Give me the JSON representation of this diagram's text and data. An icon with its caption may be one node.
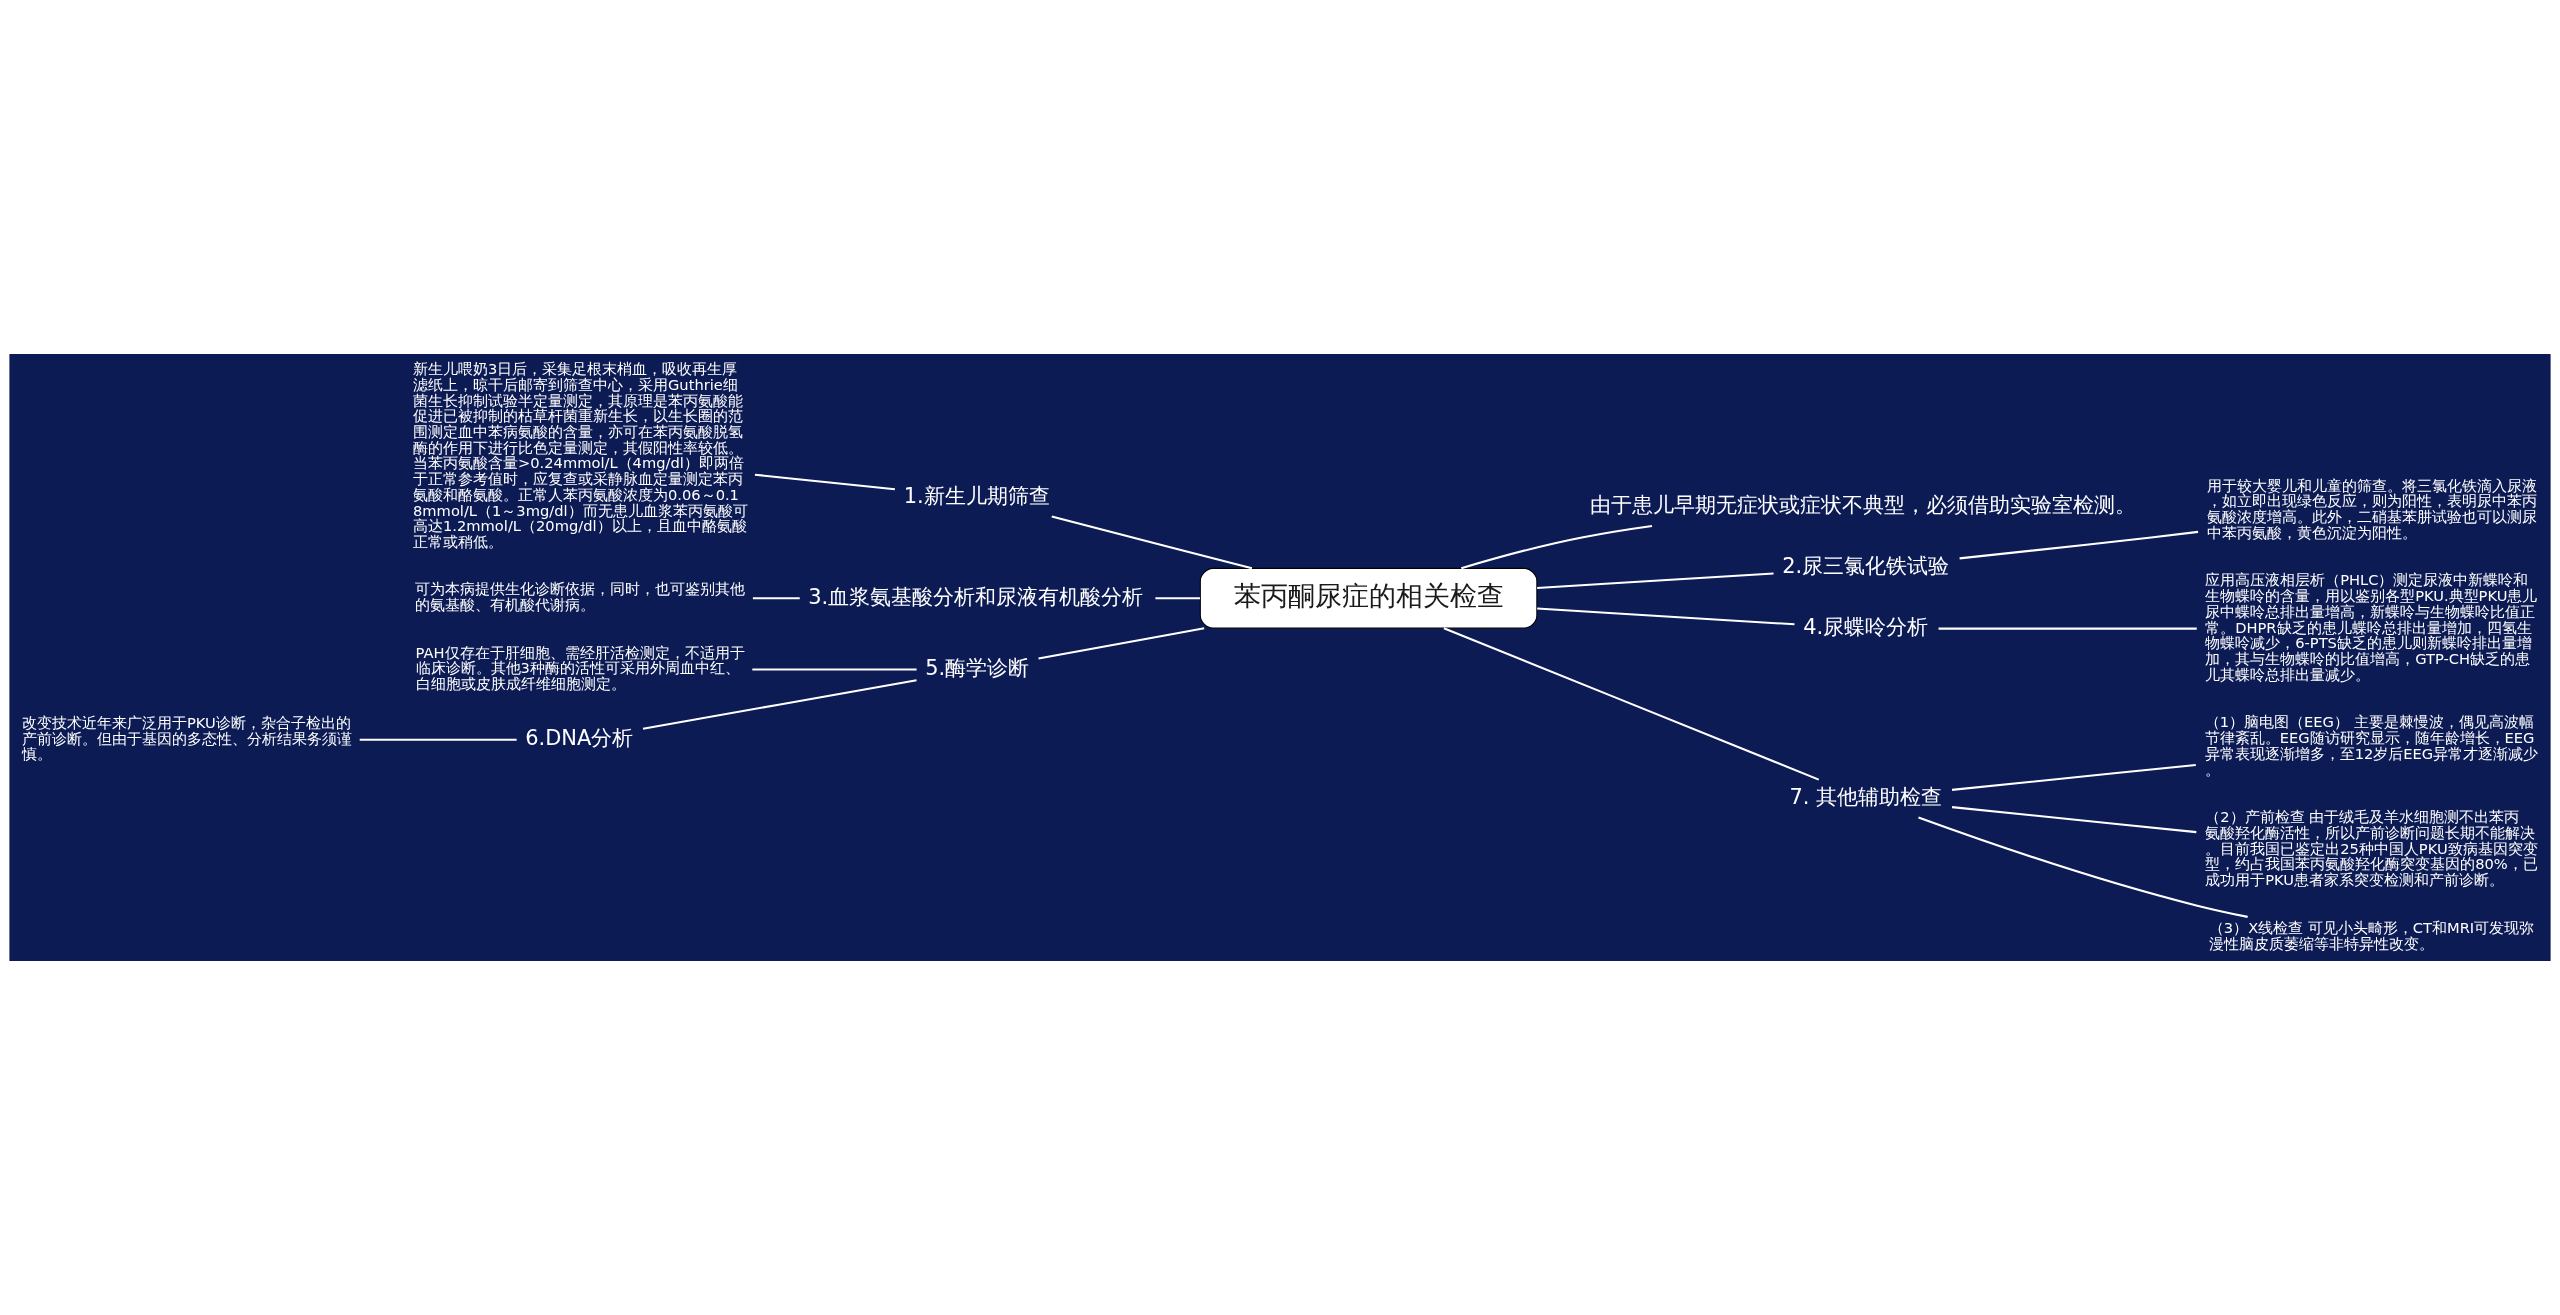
{
  "diagram": {
    "nodes": [
      {
        "text": [
          "苯丙酮尿症的相关检查"
        ]
      },
      {
        "text": [
          "由于患儿早期无症状或症状不典型，必须借助实验室检测。"
        ]
      },
      {
        "text": [
          "2.尿三氯化铁试验"
        ]
      },
      {
        "text": [
          "用于较大婴儿和儿童的筛查。将三氯化铁滴入尿液，如立即出现绿色反应，则为阳性，表明尿中苯丙氨酸浓度增高。此外，二硝基苯肼试验也可以测尿中苯丙氨酸，黄色沉淀为阳性。"
        ]
      },
      {
        "text": [
          "4.尿蝶呤分析"
        ]
      },
      {
        "text": [
          "应用高压液相层析（PHLC）测定尿液中新蝶呤和生物蝶呤的含量，用以鉴别各型PKU.典型PKU患儿尿中蝶呤总排出量增高，新蝶呤与生物蝶呤比值正常。DHPR缺乏的患儿蝶呤总排出量增加，四氢生物蝶呤减少，6-PTS缺乏的患儿则新蝶呤排出量增加，其与生物蝶呤的比值增高，GTP-CH缺乏的患儿其蝶呤总排出量减少。"
        ]
      },
      {
        "text": [
          "7. 其他辅助检查"
        ]
      },
      {
        "text": [
          "（1）脑电图（EEG） 主要是棘慢波，偶见高波幅节律紊乱。EEG随访研究显示，随年龄增长，EEG异常表现逐渐增多，至12岁后EEG异常才逐渐减少。"
        ]
      },
      {
        "text": [
          "（2）产前检查 由于绒毛及羊水细胞测不出苯丙氨酸羟化酶活性，所以产前诊断问题长期不能解决。目前我国已鉴定出25种中国人PKU致病基因突变型，约占我国苯丙氨酸羟化酶突变基因的80%，已成功用于PKU患者家系突变检测和产前诊断。"
        ]
      },
      {
        "text": [
          "（3）X线检查 可见小头畸形，CT和MRI可发现弥漫性脑皮质萎缩等非特异性改变。"
        ]
      },
      {
        "text": [
          "1.新生儿期筛查"
        ]
      },
      {
        "text": [
          "新生儿喂奶3日后，采集足根末梢血，吸收再生厚滤纸上，晾干后邮寄到筛查中心，采用Guthrie细菌生长抑制试验半定量测定，其原理是苯丙氨酸能促进已被抑制的枯草杆菌重新生长，以生长圈的范围测定血中苯病氨酸的含量，亦可在苯丙氨酸脱氢酶的作用下进行比色定量测定，其假阳性率较低。当苯丙氨酸含量>0.24mmol/L（4mg/dl）即两倍于正常参考值时，应复查或采静脉血定量测定苯丙氨酸和酪氨酸。正常人苯丙氨酸浓度为0.06～0.18mmol/L（1～3mg/dl）而无患儿血浆苯丙氨酸可高达1.2mmol/L（20mg/dl）以上，且血中酪氨酸正常或稍低。"
        ]
      },
      {
        "text": [
          "3.血浆氨基酸分析和尿液有机酸分析"
        ]
      },
      {
        "text": [
          "可为本病提供生化诊断依据，同时，也可鉴别其他的氨基酸、有机酸代谢病。"
        ]
      },
      {
        "text": [
          "5.酶学诊断"
        ]
      },
      {
        "text": [
          "PAH仅存在于肝细胞、需经肝活检测定，不适用于临床诊断。其他3种酶的活性可采用外周血中红、白细胞或皮肤成纤维细胞测定。"
        ]
      },
      {
        "text": [
          "6.DNA分析"
        ]
      },
      {
        "text": [
          "改变技术近年来广泛用于PKU诊断，杂合子检出的产前诊断。但由于基因的多态性、分析结果务须谨慎。"
        ]
      }
    ],
    "edges": [
      {
        "from": 0,
        "to": 1,
        "arrow": "none"
      },
      {
        "from": 0,
        "to": 2,
        "arrow": "none"
      },
      {
        "from": 2,
        "to": 3,
        "arrow": "none"
      },
      {
        "from": 0,
        "to": 4,
        "arrow": "none"
      },
      {
        "from": 4,
        "to": 5,
        "arrow": "none"
      },
      {
        "from": 0,
        "to": 6,
        "arrow": "none"
      },
      {
        "from": 6,
        "to": 7,
        "arrow": "none"
      },
      {
        "from": 6,
        "to": 8,
        "arrow": "none"
      },
      {
        "from": 6,
        "to": 9,
        "arrow": "none"
      },
      {
        "from": 0,
        "to": 10,
        "arrow": "none"
      },
      {
        "from": 10,
        "to": 11,
        "arrow": "none"
      },
      {
        "from": 0,
        "to": 12,
        "arrow": "none"
      },
      {
        "from": 12,
        "to": 13,
        "arrow": "none"
      },
      {
        "from": 0,
        "to": 14,
        "arrow": "none"
      },
      {
        "from": 14,
        "to": 15,
        "arrow": "none"
      },
      {
        "from": 14,
        "to": 16,
        "arrow": "none"
      },
      {
        "from": 16,
        "to": 17,
        "arrow": "none"
      }
    ]
  }
}
